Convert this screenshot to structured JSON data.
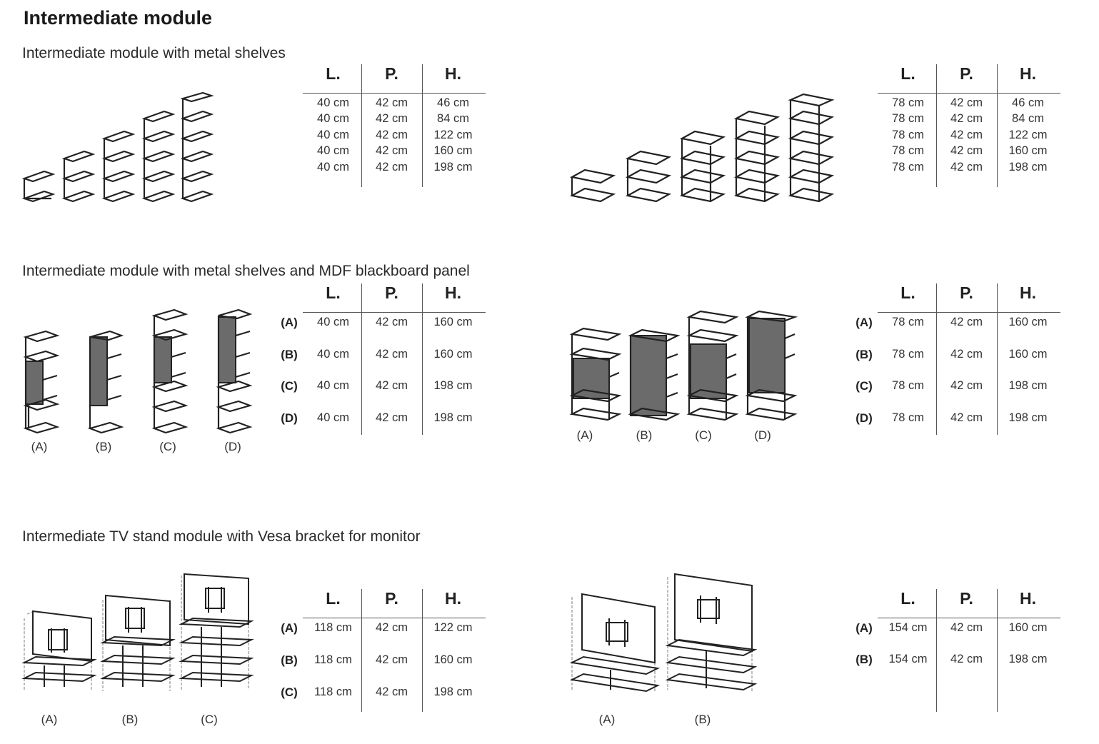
{
  "title": "Intermediate module",
  "sections": [
    {
      "title": "Intermediate module with metal shelves"
    },
    {
      "title": "Intermediate module with metal shelves and MDF blackboard panel"
    },
    {
      "title": "Intermediate TV stand module with Vesa bracket for monitor"
    }
  ],
  "headers": {
    "l": "L.",
    "p": "P.",
    "h": "H."
  },
  "tables": [
    {
      "rows": [
        {
          "label": "",
          "l": "40 cm",
          "p": "42 cm",
          "h": "46 cm"
        },
        {
          "label": "",
          "l": "40 cm",
          "p": "42 cm",
          "h": "84 cm"
        },
        {
          "label": "",
          "l": "40 cm",
          "p": "42 cm",
          "h": "122 cm"
        },
        {
          "label": "",
          "l": "40 cm",
          "p": "42 cm",
          "h": "160 cm"
        },
        {
          "label": "",
          "l": "40 cm",
          "p": "42 cm",
          "h": "198 cm"
        }
      ]
    },
    {
      "rows": [
        {
          "label": "",
          "l": "78 cm",
          "p": "42 cm",
          "h": "46 cm"
        },
        {
          "label": "",
          "l": "78 cm",
          "p": "42 cm",
          "h": "84 cm"
        },
        {
          "label": "",
          "l": "78 cm",
          "p": "42 cm",
          "h": "122 cm"
        },
        {
          "label": "",
          "l": "78 cm",
          "p": "42 cm",
          "h": "160 cm"
        },
        {
          "label": "",
          "l": "78 cm",
          "p": "42 cm",
          "h": "198 cm"
        }
      ]
    },
    {
      "rows": [
        {
          "label": "(A)",
          "l": "40 cm",
          "p": "42 cm",
          "h": "160 cm"
        },
        {
          "label": "(B)",
          "l": "40 cm",
          "p": "42 cm",
          "h": "160 cm"
        },
        {
          "label": "(C)",
          "l": "40 cm",
          "p": "42 cm",
          "h": "198 cm"
        },
        {
          "label": "(D)",
          "l": "40 cm",
          "p": "42 cm",
          "h": "198 cm"
        }
      ]
    },
    {
      "rows": [
        {
          "label": "(A)",
          "l": "78 cm",
          "p": "42 cm",
          "h": "160 cm"
        },
        {
          "label": "(B)",
          "l": "78 cm",
          "p": "42 cm",
          "h": "160 cm"
        },
        {
          "label": "(C)",
          "l": "78 cm",
          "p": "42 cm",
          "h": "198 cm"
        },
        {
          "label": "(D)",
          "l": "78 cm",
          "p": "42 cm",
          "h": "198 cm"
        }
      ]
    },
    {
      "rows": [
        {
          "label": "(A)",
          "l": "118 cm",
          "p": "42 cm",
          "h": "122 cm"
        },
        {
          "label": "(B)",
          "l": "118 cm",
          "p": "42 cm",
          "h": "160 cm"
        },
        {
          "label": "(C)",
          "l": "118 cm",
          "p": "42 cm",
          "h": "198 cm"
        }
      ]
    },
    {
      "rows": [
        {
          "label": "(A)",
          "l": "154 cm",
          "p": "42 cm",
          "h": "160 cm"
        },
        {
          "label": "(B)",
          "l": "154 cm",
          "p": "42 cm",
          "h": "198 cm"
        }
      ]
    }
  ],
  "captions": {
    "abcd": [
      "(A)",
      "(B)",
      "(C)",
      "(D)"
    ],
    "abc": [
      "(A)",
      "(B)",
      "(C)"
    ],
    "ab": [
      "(A)",
      "(B)"
    ]
  },
  "colors": {
    "ink": "#222222",
    "panel": "#6b6b6b",
    "frame": "#bdbdbd"
  }
}
